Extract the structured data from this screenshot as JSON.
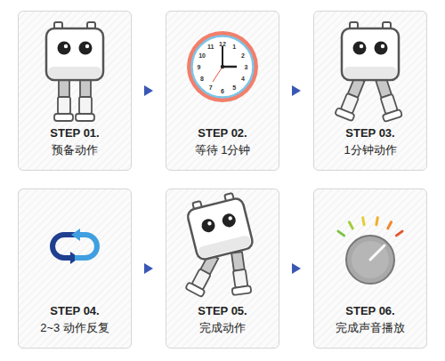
{
  "diagram": {
    "nodes": [
      {
        "text": [
          "STEP 01.",
          "预备动作"
        ]
      },
      {
        "text": [
          "STEP 02.",
          "等待 1分钟"
        ]
      },
      {
        "text": [
          "STEP 03.",
          "1分钟动作"
        ]
      },
      {
        "text": [
          "STEP 04.",
          "2~3 动作反复"
        ]
      },
      {
        "text": [
          "STEP 05.",
          "完成动作"
        ]
      },
      {
        "text": [
          "STEP 06.",
          "完成声音播放"
        ]
      }
    ],
    "edges": [
      {
        "from": 0,
        "to": 1,
        "arrow": "to"
      },
      {
        "from": 1,
        "to": 2,
        "arrow": "to"
      },
      {
        "from": 3,
        "to": 4,
        "arrow": "to"
      },
      {
        "from": 4,
        "to": 5,
        "arrow": "to"
      }
    ],
    "labels": [
      "12",
      "1",
      "2",
      "3",
      "4",
      "5",
      "6",
      "7",
      "8",
      "9",
      "10",
      "11"
    ]
  }
}
